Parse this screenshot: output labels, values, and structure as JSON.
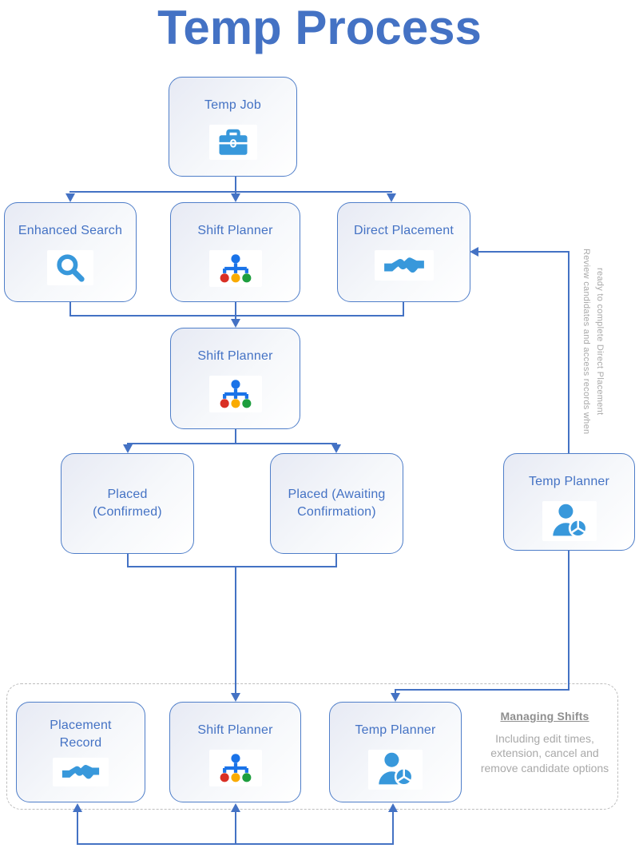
{
  "title": "Temp Process",
  "colors": {
    "accent_blue": "#4472C4",
    "icon_blue": "#3898DB",
    "org_blue": "#1A73E8",
    "org_red": "#D93025",
    "org_amber": "#F9AB00",
    "org_green": "#1E9E3E",
    "note_gray": "#A9A9A9",
    "dashed_gray": "#BDBDBD"
  },
  "nodes": {
    "temp_job": {
      "label": "Temp Job",
      "icon": "briefcase-icon"
    },
    "enhanced_search": {
      "label": "Enhanced Search",
      "icon": "search-icon"
    },
    "shift_planner_1": {
      "label": "Shift Planner",
      "icon": "org-chart-icon"
    },
    "direct_placement": {
      "label": "Direct Placement",
      "icon": "handshake-icon"
    },
    "shift_planner_2": {
      "label": "Shift Planner",
      "icon": "org-chart-icon"
    },
    "placed_confirmed": {
      "label": "Placed (Confirmed)",
      "icon": "none"
    },
    "placed_awaiting": {
      "label": "Placed (Awaiting Confirmation)",
      "icon": "none"
    },
    "temp_planner_right": {
      "label": "Temp Planner",
      "icon": "person-pie-chart-icon"
    },
    "placement_record": {
      "label": "Placement Record",
      "icon": "handshake-icon"
    },
    "shift_planner_3": {
      "label": "Shift Planner",
      "icon": "org-chart-icon"
    },
    "temp_planner_bottom": {
      "label": "Temp Planner",
      "icon": "person-pie-chart-icon"
    }
  },
  "annotations": {
    "review_note": {
      "line1": "Review candidates and access records when",
      "line2": "ready to complete Direct Placement"
    },
    "managing_shifts": {
      "heading": "Managing Shifts",
      "body": "Including edit times, extension, cancel and remove candidate options"
    }
  }
}
